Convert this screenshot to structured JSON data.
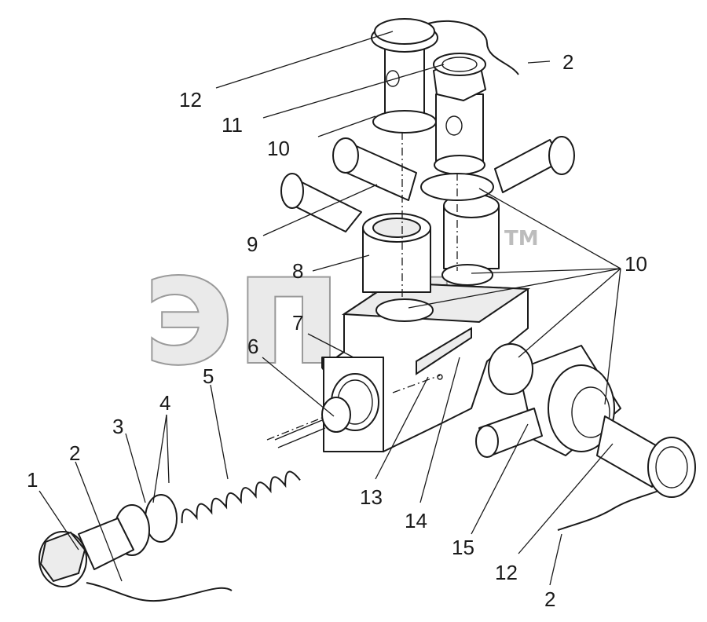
{
  "diagram": {
    "watermark": {
      "text": "эпд",
      "mark": "TM"
    },
    "callouts": [
      {
        "id": "c1",
        "text": "1"
      },
      {
        "id": "c2a",
        "text": "2"
      },
      {
        "id": "c2b",
        "text": "2"
      },
      {
        "id": "c2c",
        "text": "2"
      },
      {
        "id": "c3",
        "text": "3"
      },
      {
        "id": "c4",
        "text": "4"
      },
      {
        "id": "c5",
        "text": "5"
      },
      {
        "id": "c6",
        "text": "6"
      },
      {
        "id": "c7",
        "text": "7"
      },
      {
        "id": "c8",
        "text": "8"
      },
      {
        "id": "c9",
        "text": "9"
      },
      {
        "id": "c10a",
        "text": "10"
      },
      {
        "id": "c10b",
        "text": "10"
      },
      {
        "id": "c11",
        "text": "11"
      },
      {
        "id": "c12a",
        "text": "12"
      },
      {
        "id": "c12b",
        "text": "12"
      },
      {
        "id": "c13",
        "text": "13"
      },
      {
        "id": "c14",
        "text": "14"
      },
      {
        "id": "c15",
        "text": "15"
      }
    ]
  }
}
